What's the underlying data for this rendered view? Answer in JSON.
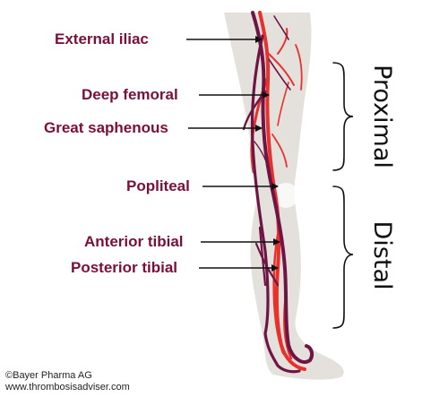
{
  "labels": {
    "external_iliac": "External iliac",
    "deep_femoral": "Deep femoral",
    "great_saphenous": "Great saphenous",
    "popliteal": "Popliteal",
    "anterior_tibial": "Anterior tibial",
    "posterior_tibial": "Posterior tibial"
  },
  "sections": {
    "proximal": "Proximal",
    "distal": "Distal"
  },
  "footer": {
    "copyright": "©Bayer Pharma AG",
    "website": "www.thrombosisadviser.com"
  },
  "colors": {
    "label_text": "#7a0f3a",
    "vein": "#6e1545",
    "artery": "#e8312c",
    "leg_fill": "#e4e1dc",
    "section_text": "#111111",
    "knee_highlight": "#ffffff"
  }
}
